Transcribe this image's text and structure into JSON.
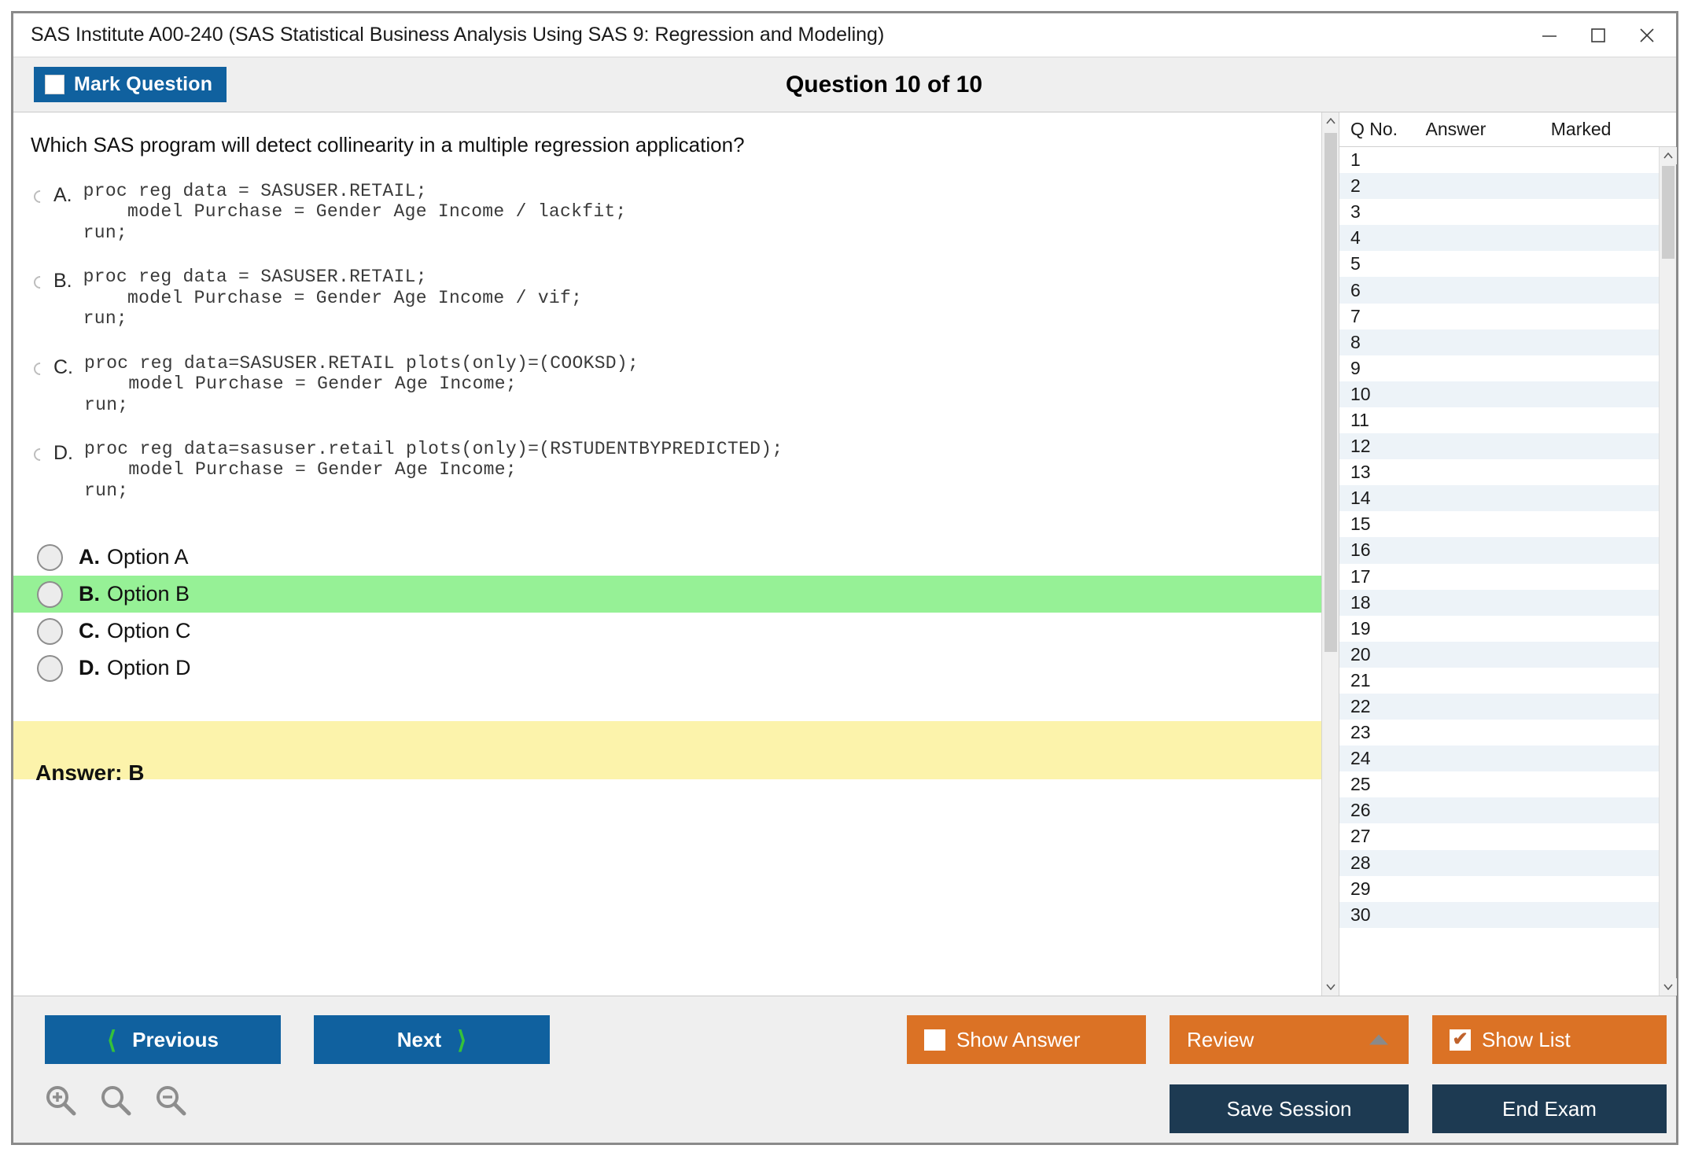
{
  "window": {
    "title": "SAS Institute A00-240 (SAS Statistical Business Analysis Using SAS 9: Regression and Modeling)",
    "controls": {
      "minimize": "minimize-icon",
      "maximize": "maximize-icon",
      "close": "close-icon"
    }
  },
  "header": {
    "mark_question_label": "Mark Question",
    "mark_question_checked": false,
    "question_counter": "Question 10 of 10"
  },
  "question": {
    "text": "Which SAS program will detect collinearity in a multiple regression application?",
    "code_options": [
      {
        "letter": "A.",
        "code": "proc reg data = SASUSER.RETAIL;\n    model Purchase = Gender Age Income / lackfit;\nrun;"
      },
      {
        "letter": "B.",
        "code": "proc reg data = SASUSER.RETAIL;\n    model Purchase = Gender Age Income / vif;\nrun;"
      },
      {
        "letter": "C.",
        "code": "proc reg data=SASUSER.RETAIL plots(only)=(COOKSD);\n    model Purchase = Gender Age Income;\nrun;"
      },
      {
        "letter": "D.",
        "code": "proc reg data=sasuser.retail plots(only)=(RSTUDENTBYPREDICTED);\n    model Purchase = Gender Age Income;\nrun;"
      }
    ],
    "answers": [
      {
        "letter": "A.",
        "text": "Option A",
        "selected": false
      },
      {
        "letter": "B.",
        "text": "Option B",
        "selected": true
      },
      {
        "letter": "C.",
        "text": "Option C",
        "selected": false
      },
      {
        "letter": "D.",
        "text": "Option D",
        "selected": false
      }
    ],
    "answer_banner": "Answer: B"
  },
  "list_panel": {
    "columns": [
      "Q No.",
      "Answer",
      "Marked"
    ],
    "rows": [
      {
        "qno": "1",
        "answer": "",
        "marked": ""
      },
      {
        "qno": "2",
        "answer": "",
        "marked": ""
      },
      {
        "qno": "3",
        "answer": "",
        "marked": ""
      },
      {
        "qno": "4",
        "answer": "",
        "marked": ""
      },
      {
        "qno": "5",
        "answer": "",
        "marked": ""
      },
      {
        "qno": "6",
        "answer": "",
        "marked": ""
      },
      {
        "qno": "7",
        "answer": "",
        "marked": ""
      },
      {
        "qno": "8",
        "answer": "",
        "marked": ""
      },
      {
        "qno": "9",
        "answer": "",
        "marked": ""
      },
      {
        "qno": "10",
        "answer": "",
        "marked": ""
      },
      {
        "qno": "11",
        "answer": "",
        "marked": ""
      },
      {
        "qno": "12",
        "answer": "",
        "marked": ""
      },
      {
        "qno": "13",
        "answer": "",
        "marked": ""
      },
      {
        "qno": "14",
        "answer": "",
        "marked": ""
      },
      {
        "qno": "15",
        "answer": "",
        "marked": ""
      },
      {
        "qno": "16",
        "answer": "",
        "marked": ""
      },
      {
        "qno": "17",
        "answer": "",
        "marked": ""
      },
      {
        "qno": "18",
        "answer": "",
        "marked": ""
      },
      {
        "qno": "19",
        "answer": "",
        "marked": ""
      },
      {
        "qno": "20",
        "answer": "",
        "marked": ""
      },
      {
        "qno": "21",
        "answer": "",
        "marked": ""
      },
      {
        "qno": "22",
        "answer": "",
        "marked": ""
      },
      {
        "qno": "23",
        "answer": "",
        "marked": ""
      },
      {
        "qno": "24",
        "answer": "",
        "marked": ""
      },
      {
        "qno": "25",
        "answer": "",
        "marked": ""
      },
      {
        "qno": "26",
        "answer": "",
        "marked": ""
      },
      {
        "qno": "27",
        "answer": "",
        "marked": ""
      },
      {
        "qno": "28",
        "answer": "",
        "marked": ""
      },
      {
        "qno": "29",
        "answer": "",
        "marked": ""
      },
      {
        "qno": "30",
        "answer": "",
        "marked": ""
      }
    ]
  },
  "footer": {
    "previous_label": "Previous",
    "next_label": "Next",
    "show_answer_label": "Show Answer",
    "show_answer_checked": false,
    "review_label": "Review",
    "show_list_label": "Show List",
    "show_list_checked": true,
    "save_session_label": "Save Session",
    "end_exam_label": "End Exam",
    "zoom_icons": [
      "zoom-in-icon",
      "zoom-reset-icon",
      "zoom-out-icon"
    ]
  },
  "colors": {
    "primary_blue": "#10619f",
    "accent_orange": "#db7225",
    "dark_navy": "#1d3a52",
    "selected_green": "#96f196",
    "answer_yellow": "#fcf3ab",
    "chevron_green": "#35c13a"
  }
}
